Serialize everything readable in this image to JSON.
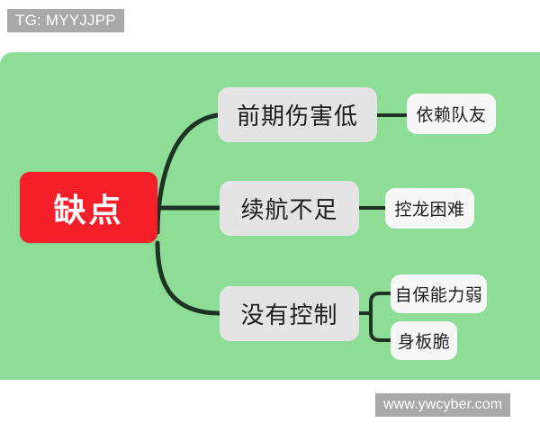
{
  "overlays": {
    "tg_badge": "TG: MYYJJPP",
    "site_badge": "www.ywcyber.com"
  },
  "colors": {
    "canvas_green": "#8edd96",
    "root_red": "#f41f28",
    "root_text": "#ffffff",
    "branch_fill": "#e4e4e4",
    "leaf_fill": "#f7f7f7",
    "node_text": "#1d1d1d",
    "connector": "#1d3324",
    "badge_gray": "#a9a9a9",
    "badge_text": "#ffffff",
    "page_background": "#ffffff"
  },
  "mindmap": {
    "root": {
      "label": "缺点"
    },
    "branches": [
      {
        "label": "前期伤害低",
        "children": [
          {
            "label": "依赖队友"
          }
        ]
      },
      {
        "label": "续航不足",
        "children": [
          {
            "label": "控龙困难"
          }
        ]
      },
      {
        "label": "没有控制",
        "children": [
          {
            "label": "自保能力弱"
          },
          {
            "label": "身板脆"
          }
        ]
      }
    ]
  }
}
